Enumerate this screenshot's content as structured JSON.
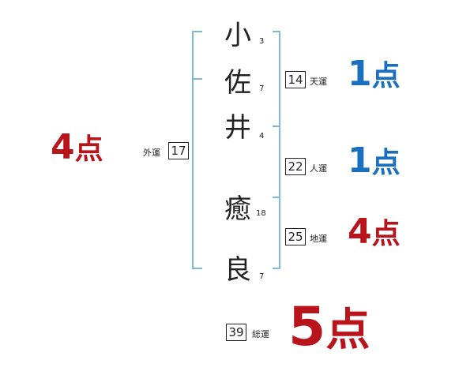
{
  "name_chars": [
    {
      "char": "小",
      "strokes": "3"
    },
    {
      "char": "佐",
      "strokes": "7"
    },
    {
      "char": "井",
      "strokes": "4"
    },
    {
      "char": "癒",
      "strokes": "18"
    },
    {
      "char": "良",
      "strokes": "7"
    }
  ],
  "fortunes": {
    "tenkaku": {
      "value": "14",
      "label": "天運",
      "score_num": "1",
      "score_unit": "点",
      "color": "#1a6fbf"
    },
    "jinkaku": {
      "value": "22",
      "label": "人運",
      "score_num": "1",
      "score_unit": "点",
      "color": "#1a6fbf"
    },
    "chikaku": {
      "value": "25",
      "label": "地運",
      "score_num": "4",
      "score_unit": "点",
      "color": "#b8141b"
    },
    "gaikaku": {
      "value": "17",
      "label": "外運",
      "score_num": "4",
      "score_unit": "点",
      "color": "#b8141b"
    },
    "soukaku": {
      "value": "39",
      "label": "総運",
      "score_num": "5",
      "score_unit": "点",
      "color": "#b8141b"
    }
  },
  "colors": {
    "bracket": "#7fb8de",
    "blue": "#1a6fbf",
    "red": "#b8141b"
  }
}
